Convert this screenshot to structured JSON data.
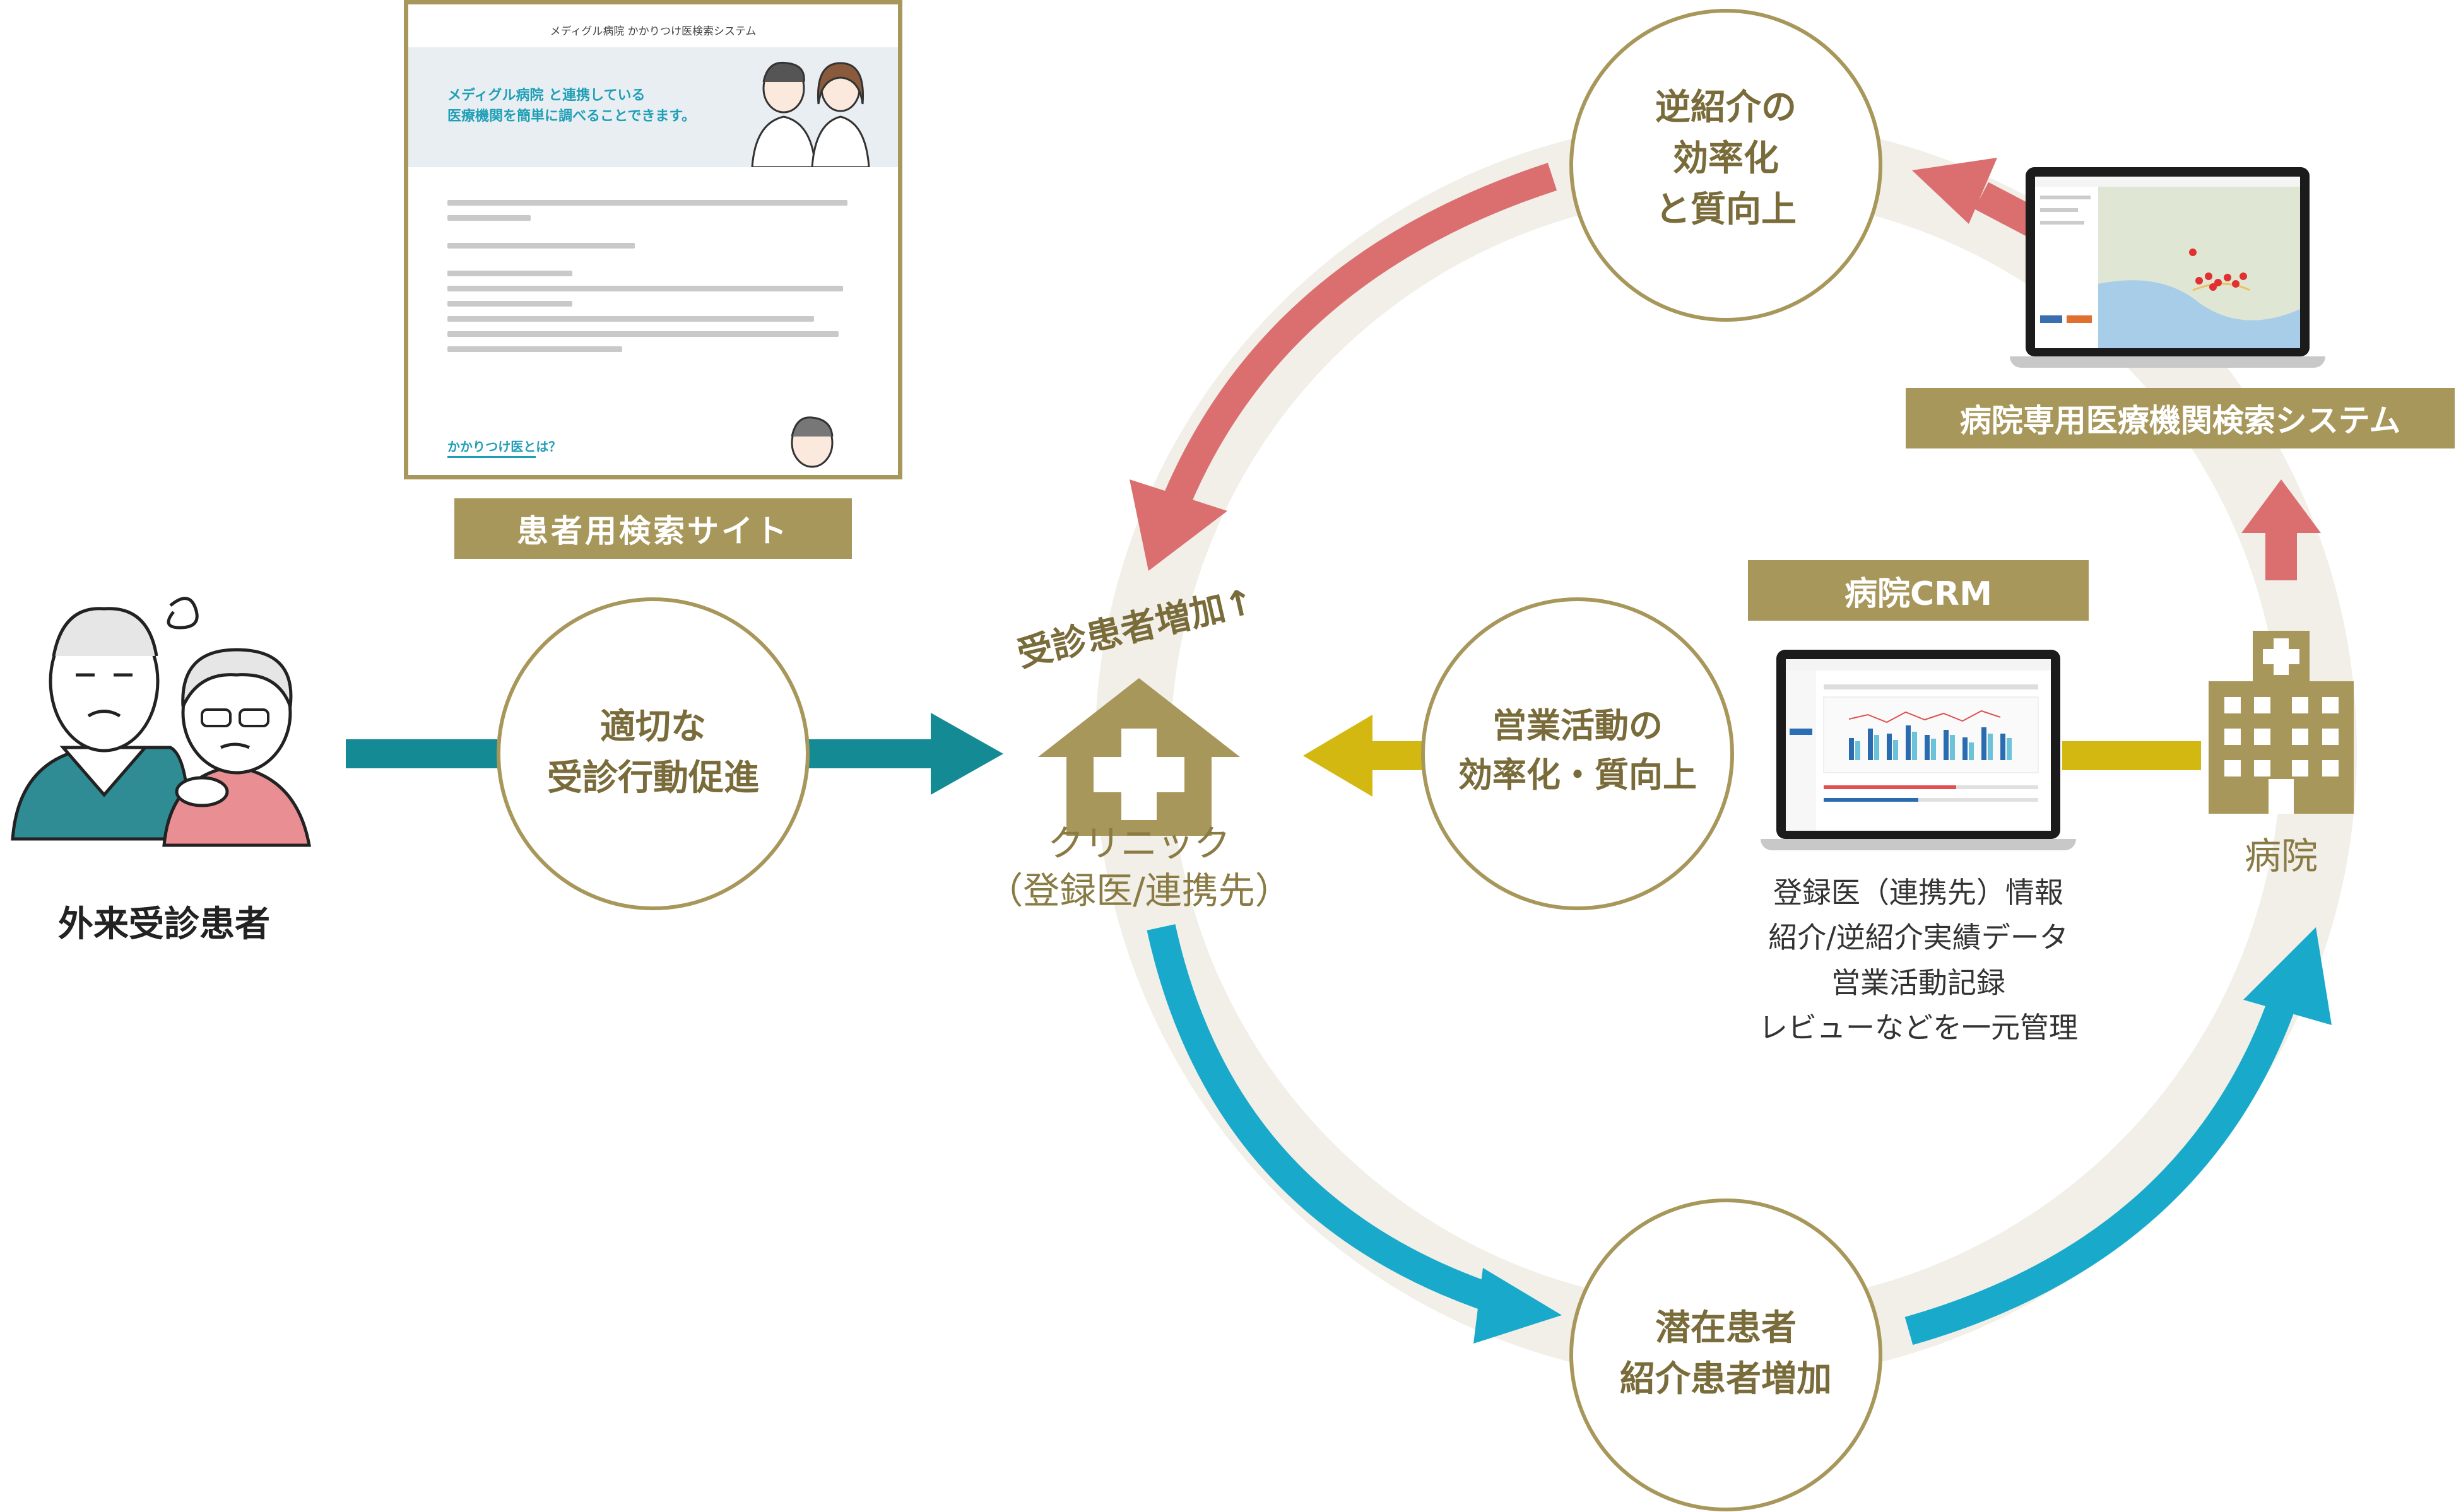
{
  "patient_site": {
    "title": "メディグル病院 かかりつけ医検索システム",
    "hero_line1": "メディグル病院 と連携している",
    "hero_line2": "医療機関を簡単に調べることできます。",
    "subheading": "かかりつけ医とは？",
    "label": "患者用検索サイト"
  },
  "patients": {
    "label": "外来受診患者"
  },
  "nodes": {
    "appropriate_line1": "適切な",
    "appropriate_line2": "受診行動促進",
    "reverse_line1": "逆紹介の",
    "reverse_line2": "効率化",
    "reverse_line3": "と質向上",
    "sales_line1": "営業活動の",
    "sales_line2": "効率化・質向上",
    "potential_line1": "潜在患者",
    "potential_line2": "紹介患者増加"
  },
  "clinic": {
    "increase_label": "受診患者増加↑",
    "name_line1": "クリニック",
    "name_line2": "（登録医/連携先）"
  },
  "hospital": {
    "label": "病院"
  },
  "crm": {
    "label": "病院CRM",
    "desc_line1": "登録医（連携先）情報",
    "desc_line2": "紹介/逆紹介実績データ",
    "desc_line3": "営業活動記録",
    "desc_line4": "レビューなどを一元管理"
  },
  "hospital_search": {
    "label": "病院専用医療機関検索システム"
  },
  "colors": {
    "gold": "#a8975a",
    "node_text": "#7a6c3a",
    "teal": "#148a94",
    "cyan": "#19aacb",
    "red": "#db6f70",
    "yellow": "#d3b812",
    "ring": "#f1efe8"
  }
}
